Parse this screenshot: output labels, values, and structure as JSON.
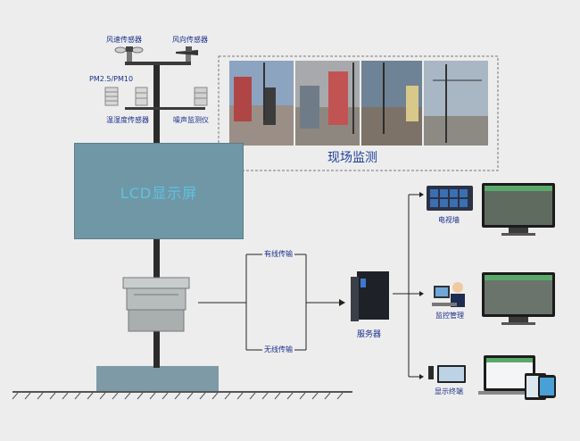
{
  "sensors": {
    "wind_speed": "风速传感器",
    "wind_direction": "风向传感器",
    "pm": "PM2.5/PM10",
    "temp_humidity": "温湿度传感器",
    "noise": "噪声监测仪"
  },
  "lcd": {
    "label": "LCD显示屏"
  },
  "site": {
    "label": "现场监测"
  },
  "transmission": {
    "wired": "有线传输",
    "wireless": "无线传输"
  },
  "server": {
    "label": "服务器"
  },
  "terminals": {
    "video_wall": "电视墙",
    "monitor_mgmt": "监控管理",
    "display_terminal": "显示终端"
  }
}
